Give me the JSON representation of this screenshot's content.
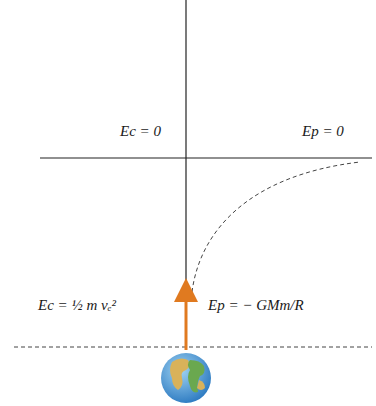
{
  "diagram": {
    "labels": [
      "Ec = 0",
      "Ep = 0",
      "Ec = ½ m vₑ²",
      "Ep = − GMm/R"
    ]
  }
}
